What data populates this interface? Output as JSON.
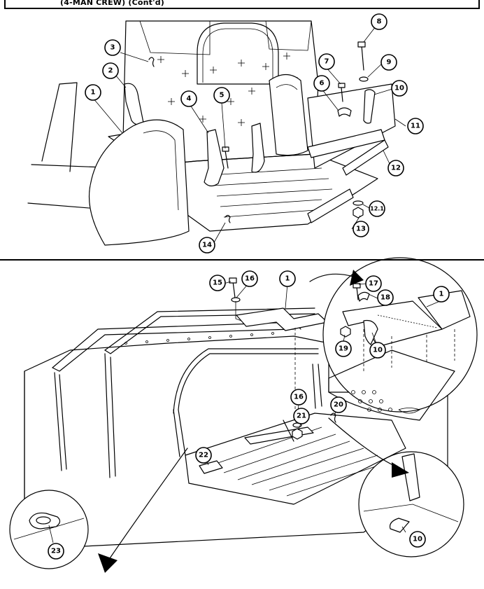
{
  "header": {
    "title": "(4-MAN CREW) (Cont'd)"
  },
  "callouts": {
    "c1": "1",
    "c2": "2",
    "c3": "3",
    "c4": "4",
    "c5": "5",
    "c6": "6",
    "c7": "7",
    "c8": "8",
    "c9": "9",
    "c10": "10",
    "c11": "11",
    "c12": "12",
    "c12_1": "12.1",
    "c13": "13",
    "c14": "14",
    "c15": "15",
    "c16": "16",
    "c17": "17",
    "c18": "18",
    "c19": "19",
    "c20": "20",
    "c21": "21",
    "c22": "22",
    "c23": "23"
  }
}
